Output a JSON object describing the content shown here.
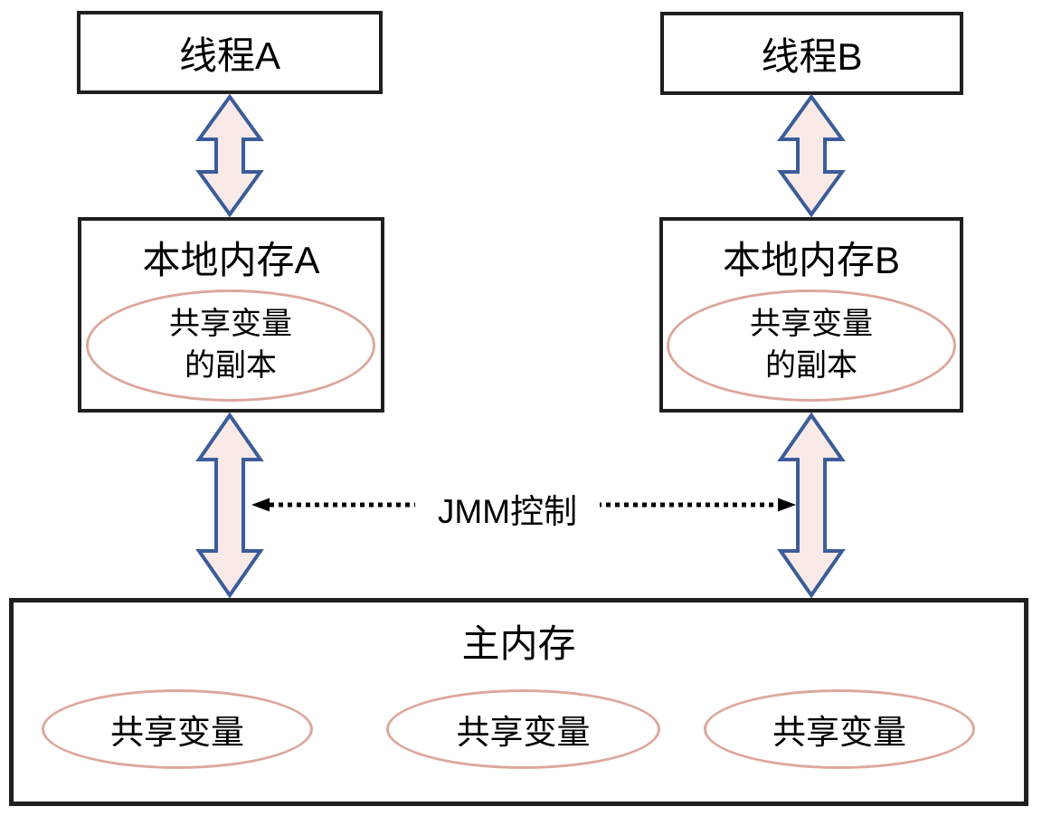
{
  "colors": {
    "background": "#ffffff",
    "box_border": "#1f1f1f",
    "arrow_stroke": "#3c5c99",
    "arrow_fill": "#f9e9e7",
    "ellipse_stroke": "#dda79c",
    "dotted_arrow": "#000000",
    "text": "#000000"
  },
  "thread_a": {
    "label": "线程A",
    "local_memory": {
      "label": "本地内存A",
      "copy": "共享变量\n的副本"
    }
  },
  "thread_b": {
    "label": "线程B",
    "local_memory": {
      "label": "本地内存B",
      "copy": "共享变量\n的副本"
    }
  },
  "jmm": {
    "label": "JMM控制"
  },
  "main_memory": {
    "label": "主内存",
    "shared_variables": [
      "共享变量",
      "共享变量",
      "共享变量"
    ]
  }
}
